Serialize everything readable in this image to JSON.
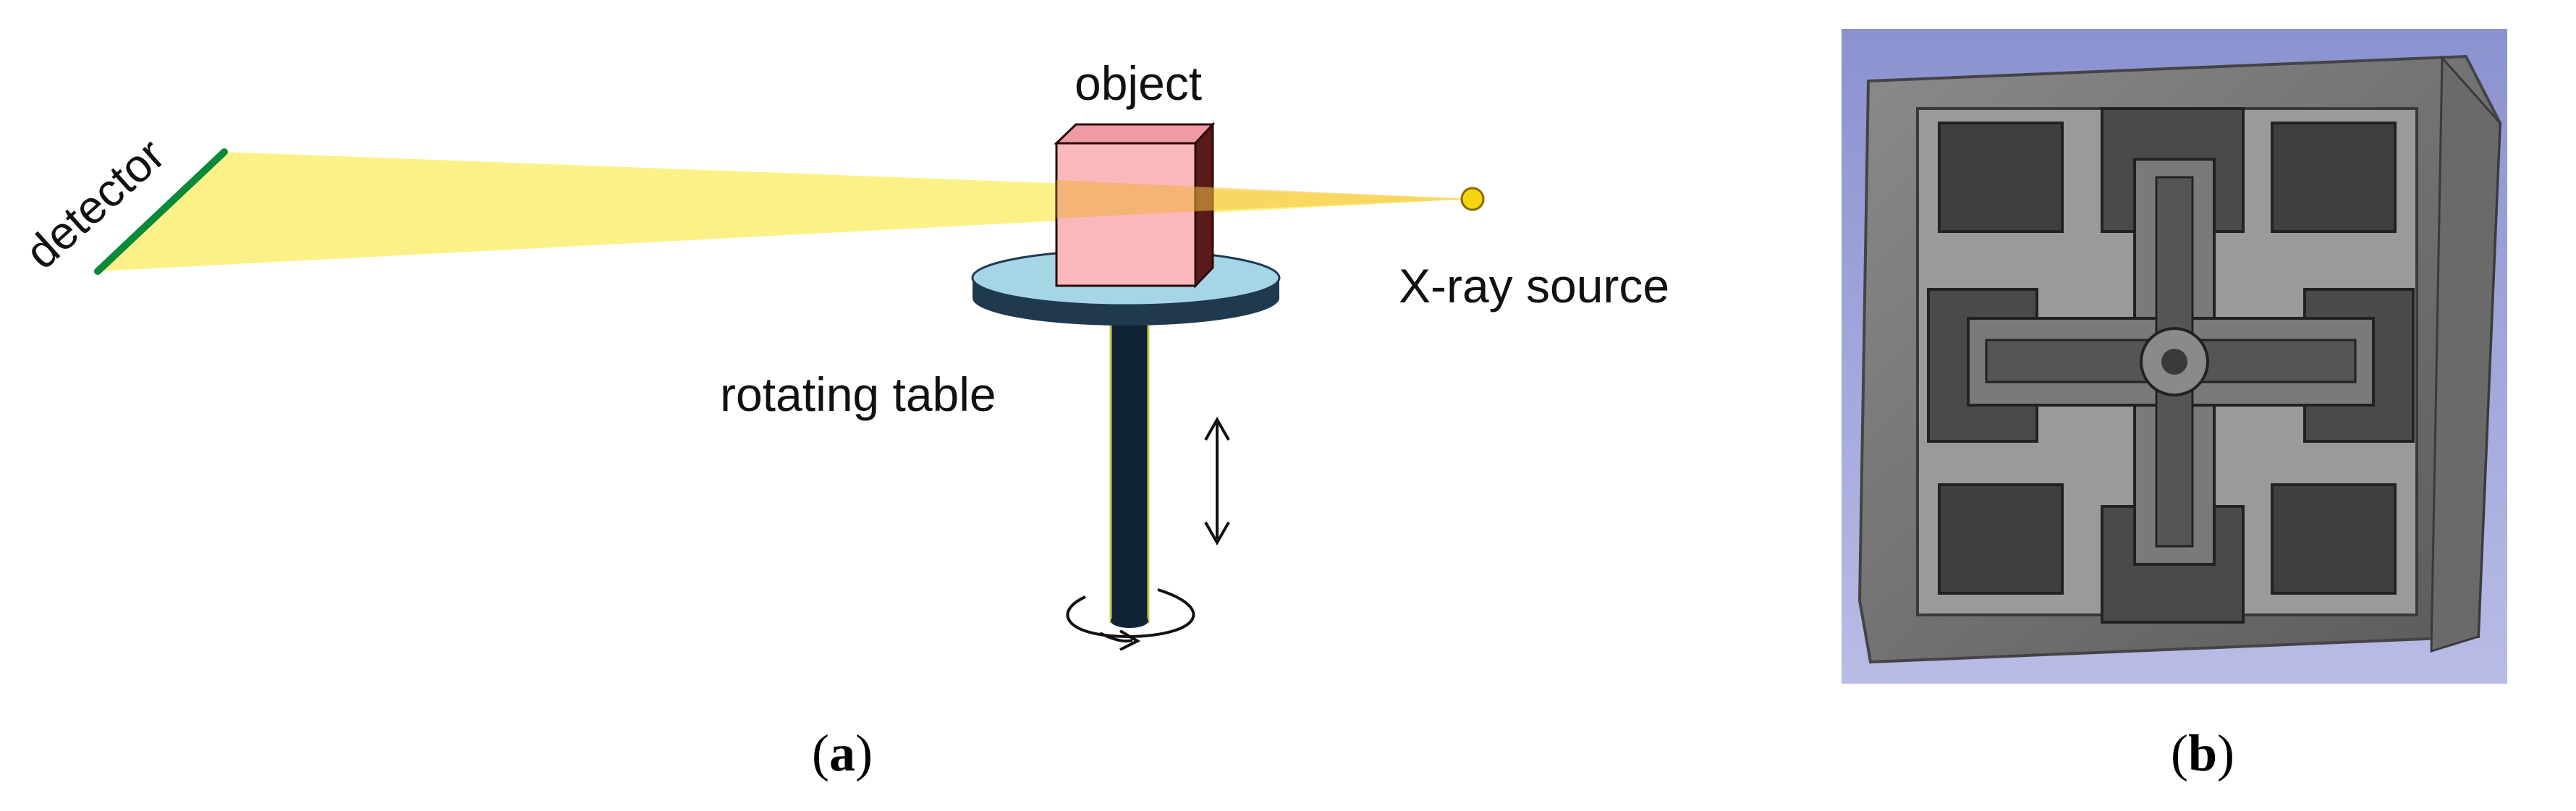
{
  "panel_a": {
    "labels": {
      "object": "object",
      "detector": "detector",
      "source": "X-ray source",
      "table": "rotating table"
    },
    "caption_letter": "a"
  },
  "panel_b": {
    "caption_letter": "b"
  },
  "colors": {
    "beam": "#fcef7a",
    "detector": "#0a8a3a",
    "object_front": "#f8b8bc",
    "object_side": "#5a1a1a",
    "table_top": "#a6d6e6",
    "table_edge": "#1f3a4f",
    "pole": "#0f2236",
    "source": "#f5d60f",
    "scan_bg": "#9aa2dc"
  }
}
